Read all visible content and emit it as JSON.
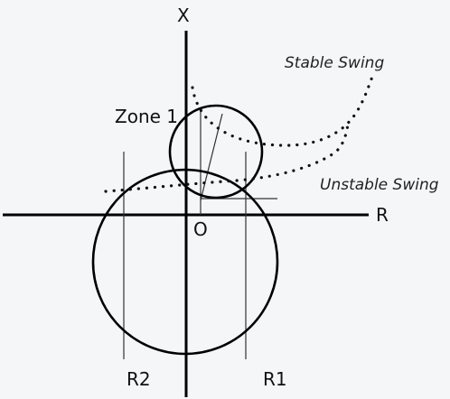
{
  "axes": {
    "x_label": "X",
    "r_label": "R",
    "origin_label": "O"
  },
  "zone": {
    "label": "Zone 1"
  },
  "curves": {
    "stable_label": "Stable Swing",
    "unstable_label": "Unstable Swing"
  },
  "blinders": {
    "left_label": "R2",
    "right_label": "R1"
  },
  "colors": {
    "background": "#f4f6f8",
    "line": "#000000",
    "thin_line": "#333333",
    "dots": "#111111"
  }
}
